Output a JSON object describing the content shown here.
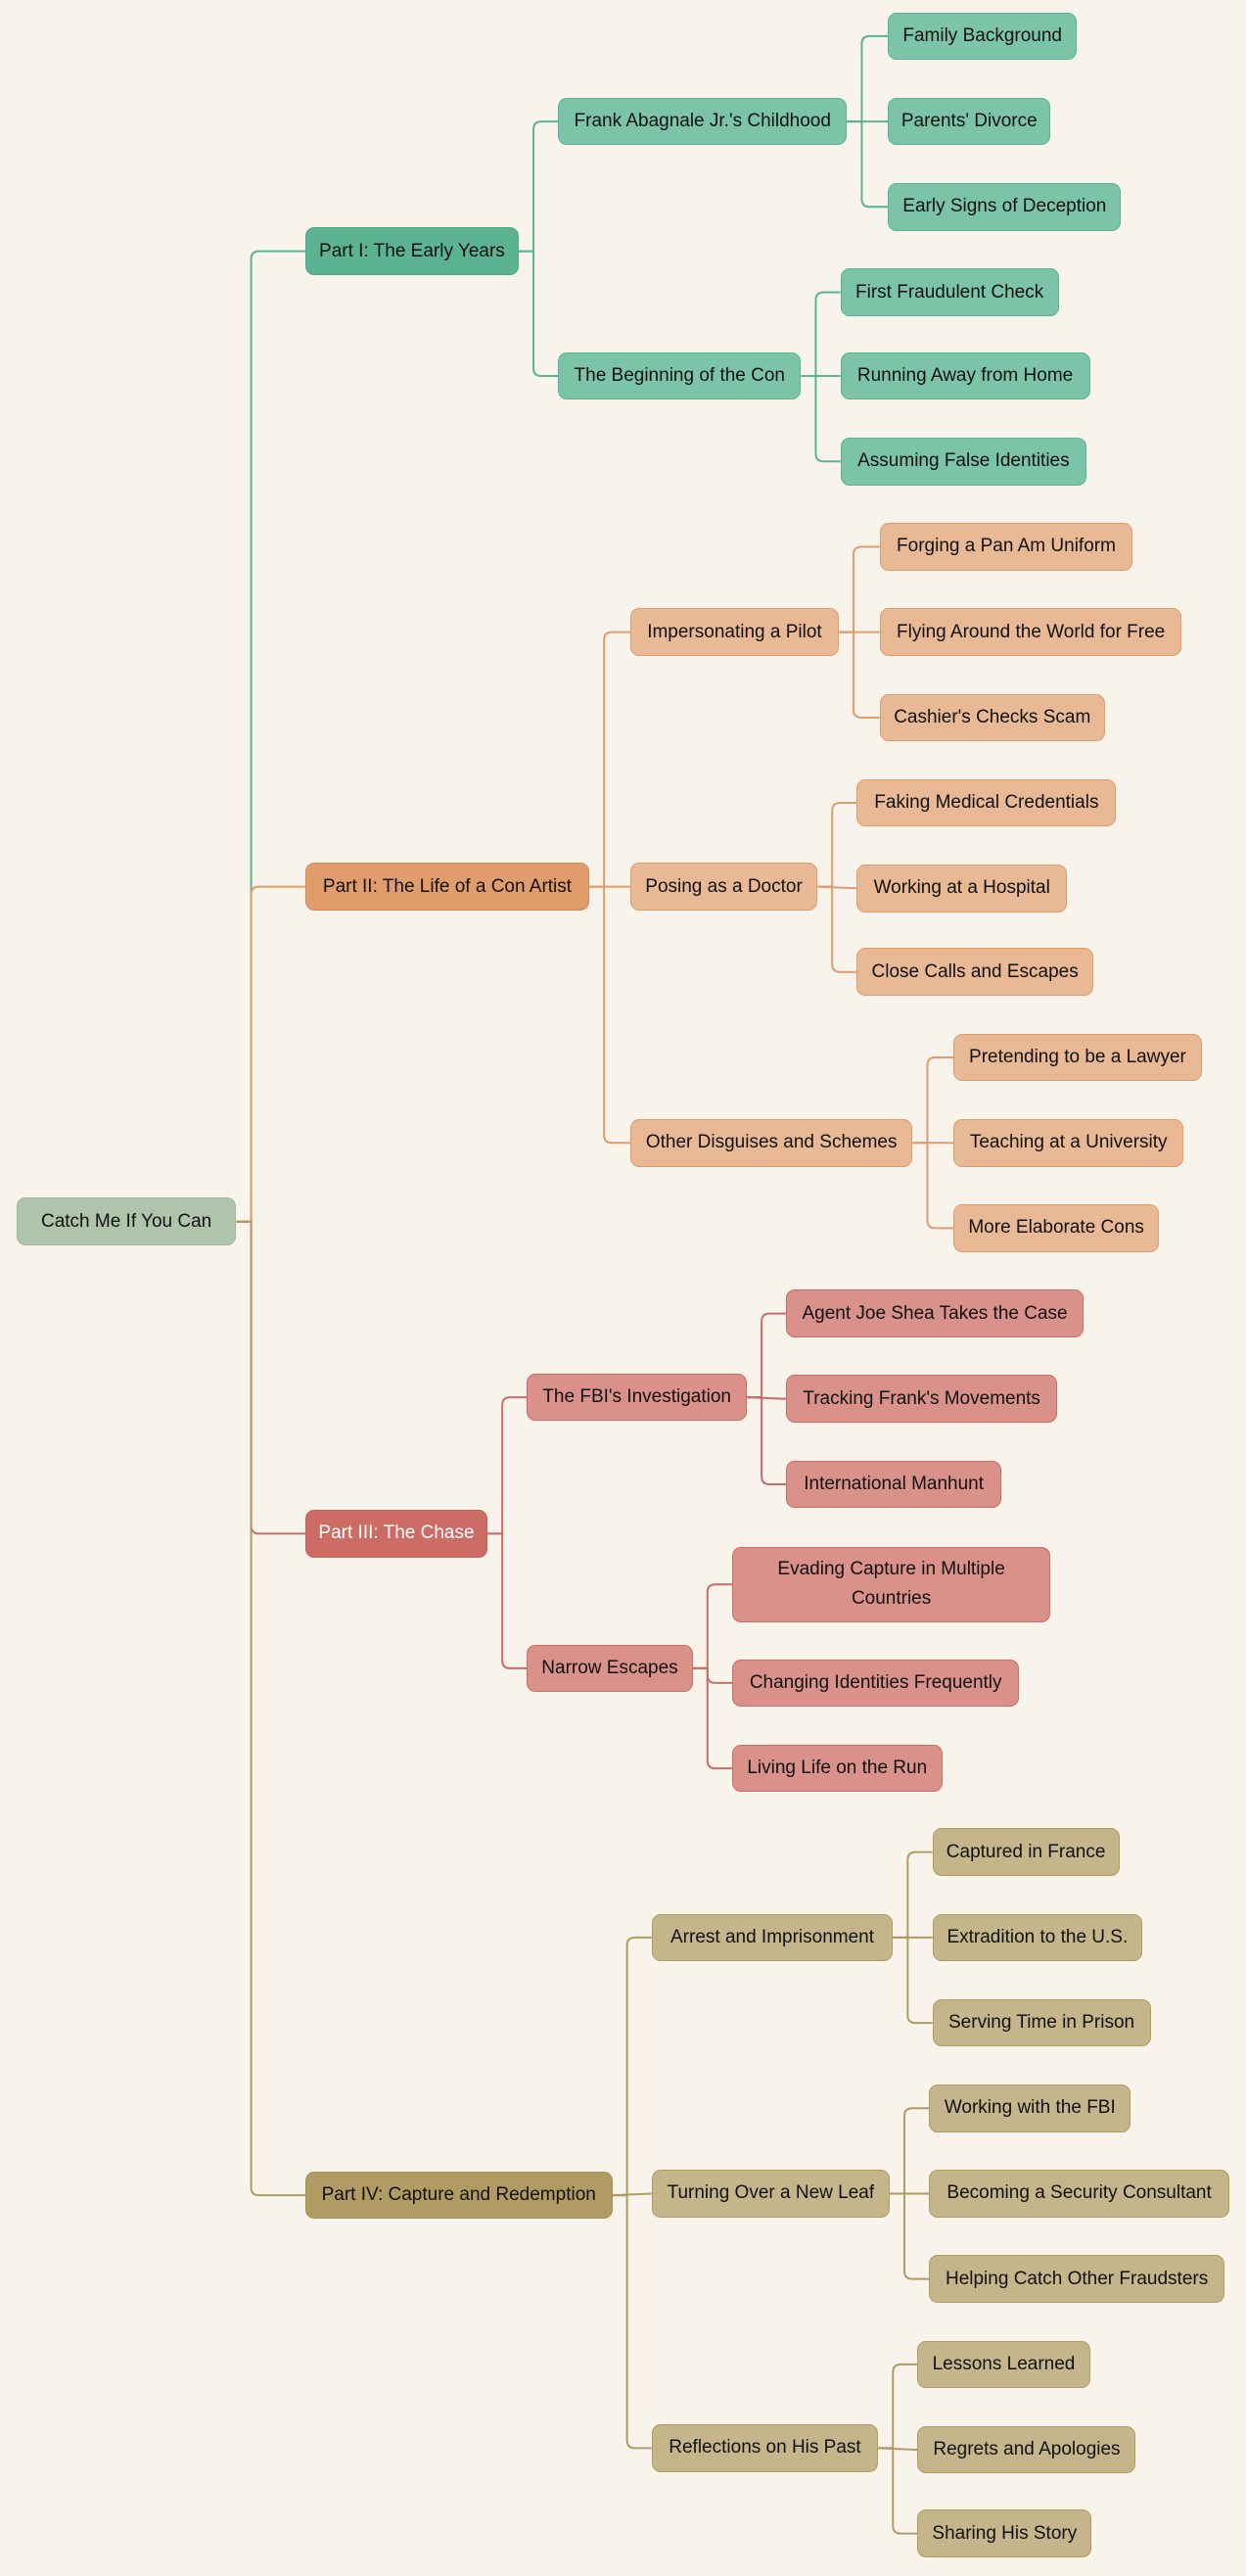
{
  "colors": {
    "background": "#f8f4ec",
    "root": "#b0c4ab",
    "parts": [
      {
        "main": "#5bb391",
        "light": "#7cc4a8",
        "text": "#111111"
      },
      {
        "main": "#e19c6c",
        "light": "#e8b994",
        "text": "#111111"
      },
      {
        "main": "#cd6c65",
        "light": "#d9918a",
        "text": "#ffffff"
      },
      {
        "main": "#b09c63",
        "light": "#c4b58a",
        "text": "#111111"
      }
    ]
  },
  "root": {
    "label": "Catch Me If You Can",
    "parts": [
      {
        "label": "Part I: The Early Years",
        "children": [
          {
            "label": "Frank Abagnale Jr.'s Childhood",
            "children": [
              {
                "label": "Family Background"
              },
              {
                "label": "Parents' Divorce"
              },
              {
                "label": "Early Signs of Deception"
              }
            ]
          },
          {
            "label": "The Beginning of the Con",
            "children": [
              {
                "label": "First Fraudulent Check"
              },
              {
                "label": "Running Away from Home"
              },
              {
                "label": "Assuming False Identities"
              }
            ]
          }
        ]
      },
      {
        "label": "Part II: The Life of a Con Artist",
        "children": [
          {
            "label": "Impersonating a Pilot",
            "children": [
              {
                "label": "Forging a Pan Am Uniform"
              },
              {
                "label": "Flying Around the World for Free"
              },
              {
                "label": "Cashier's Checks Scam"
              }
            ]
          },
          {
            "label": "Posing as a Doctor",
            "children": [
              {
                "label": "Faking Medical Credentials"
              },
              {
                "label": "Working at a Hospital"
              },
              {
                "label": "Close Calls and Escapes"
              }
            ]
          },
          {
            "label": "Other Disguises and Schemes",
            "children": [
              {
                "label": "Pretending to be a Lawyer"
              },
              {
                "label": "Teaching at a University"
              },
              {
                "label": "More Elaborate Cons"
              }
            ]
          }
        ]
      },
      {
        "label": "Part III: The Chase",
        "children": [
          {
            "label": "The FBI's Investigation",
            "children": [
              {
                "label": "Agent Joe Shea Takes the Case"
              },
              {
                "label": "Tracking Frank's Movements"
              },
              {
                "label": "International Manhunt"
              }
            ]
          },
          {
            "label": "Narrow Escapes",
            "children": [
              {
                "label": "Evading Capture in Multiple Countries"
              },
              {
                "label": "Changing Identities Frequently"
              },
              {
                "label": "Living Life on the Run"
              }
            ]
          }
        ]
      },
      {
        "label": "Part IV: Capture and Redemption",
        "children": [
          {
            "label": "Arrest and Imprisonment",
            "children": [
              {
                "label": "Captured in France"
              },
              {
                "label": "Extradition to the U.S."
              },
              {
                "label": "Serving Time in Prison"
              }
            ]
          },
          {
            "label": "Turning Over a New Leaf",
            "children": [
              {
                "label": "Working with the FBI"
              },
              {
                "label": "Becoming a Security Consultant"
              },
              {
                "label": "Helping Catch Other Fraudsters"
              }
            ]
          },
          {
            "label": "Reflections on His Past",
            "children": [
              {
                "label": "Lessons Learned"
              },
              {
                "label": "Regrets and Apologies"
              },
              {
                "label": "Sharing His Story"
              }
            ]
          }
        ]
      }
    ]
  }
}
